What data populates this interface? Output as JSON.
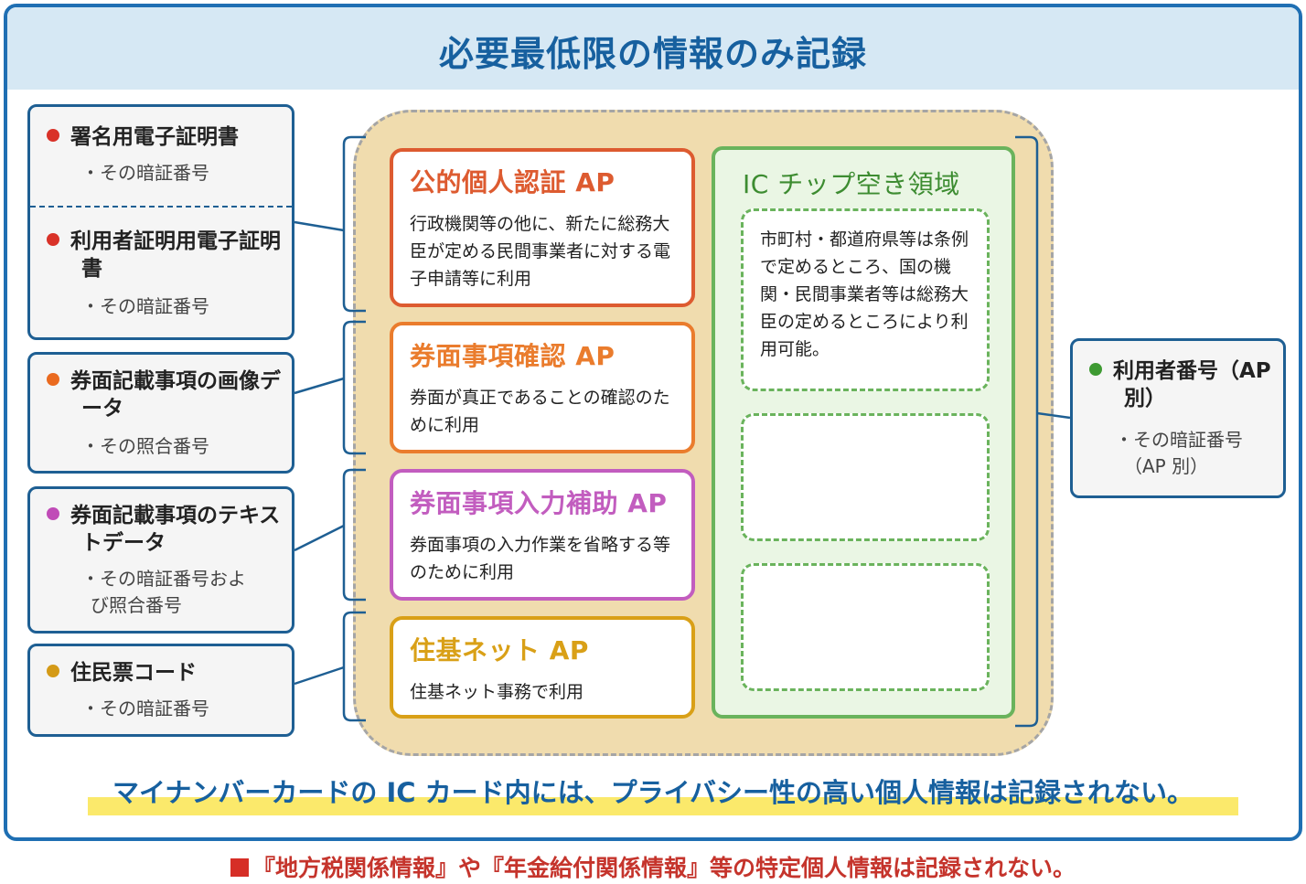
{
  "header": {
    "title": "必要最低限の情報のみ記録"
  },
  "apps": [
    {
      "title": "公的個人認証 AP",
      "desc": "行政機関等の他に、新たに総務大臣が定める民間事業者に対する電子申請等に利用",
      "color": "#dd5b30"
    },
    {
      "title": "券面事項確認 AP",
      "desc": "券面が真正であることの確認のために利用",
      "color": "#ea7c2d"
    },
    {
      "title": "券面事項入力補助 AP",
      "desc": "券面事項の入力作業を省略する等のために利用",
      "color": "#c25dbf"
    },
    {
      "title": "住基ネット AP",
      "desc": "住基ネット事務で利用",
      "color": "#d9a017"
    }
  ],
  "ic_chip": {
    "title": "IC チップ空き領域",
    "slot_text": "市町村・都道府県等は条例で定めるところ、国の機関・民間事業者等は総務大臣の定めるところにより利用可能。",
    "color": "#6ab35c"
  },
  "left_items": [
    {
      "label": "署名用電子証明書",
      "sub": "・その暗証番号",
      "dot_color": "#d93228"
    },
    {
      "label": "利用者証明用電子証明書",
      "sub": "・その暗証番号",
      "dot_color": "#d93228"
    },
    {
      "label": "券面記載事項の画像データ",
      "sub": "・その照合番号",
      "dot_color": "#ea6a1f"
    },
    {
      "label": "券面記載事項のテキストデータ",
      "sub": "・その暗証番号および照合番号",
      "dot_color": "#c04bb7"
    },
    {
      "label": "住民票コード",
      "sub": "・その暗証番号",
      "dot_color": "#d49a17"
    }
  ],
  "right_item": {
    "label": "利用者番号（AP 別）",
    "sub": "・その暗証番号（AP 別）",
    "dot_color": "#3e9a32"
  },
  "footer": {
    "note": "マイナンバーカードの IC カード内には、プライバシー性の高い個人情報は記録されない。",
    "outside_note": "『地方税関係情報』や『年金給付関係情報』等の特定個人情報は記録されない。"
  },
  "colors": {
    "frame": "#1f6fb3",
    "header_band": "#d6e8f4",
    "beige": "#f0dcae",
    "highlight": "#fbe96b"
  }
}
